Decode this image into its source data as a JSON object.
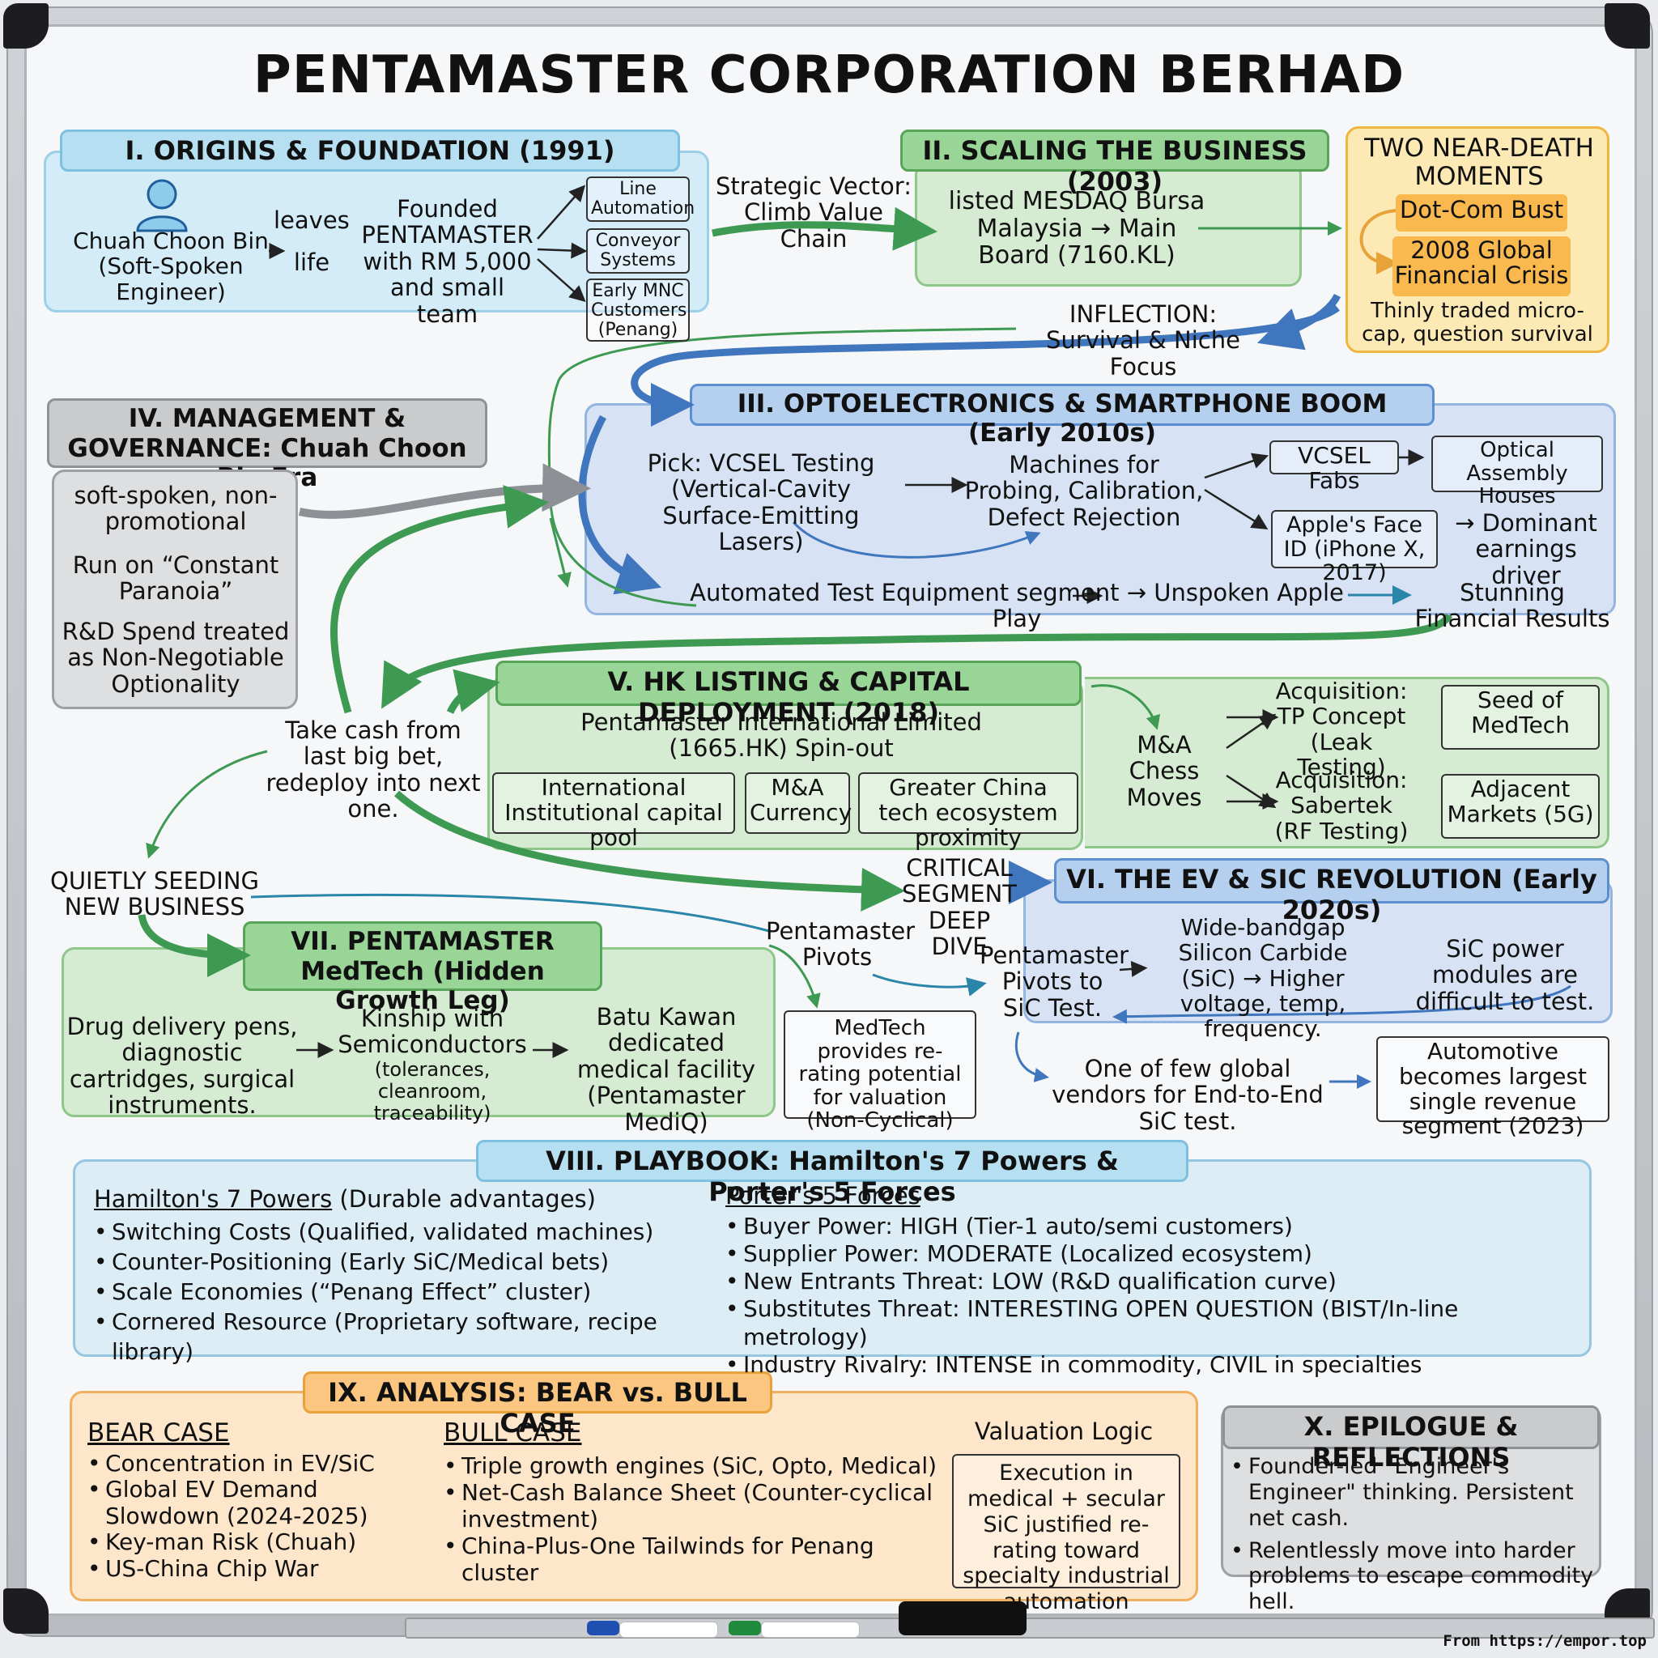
{
  "title": "PENTAMASTER CORPORATION BERHAD",
  "credit": "From https://empor.top",
  "s1": {
    "header": "I. ORIGINS & FOUNDATION (1991)",
    "person": "Chuah Choon Bin (Soft-Spoken Engineer)",
    "leaves": "leaves",
    "life": "life",
    "founded": "Founded PENTAMASTER with RM 5,000 and small team",
    "items": [
      "Line Automation",
      "Conveyor Systems",
      "Early MNC Customers (Penang)"
    ]
  },
  "vector": "Strategic Vector: Climb Value Chain",
  "s2": {
    "header": "II. SCALING THE BUSINESS (2003)",
    "body": "listed MESDAQ Bursa Malaysia → Main Board (7160.KL)"
  },
  "neardeath": {
    "header": "TWO NEAR-DEATH MOMENTS",
    "tag1": "Dot-Com Bust",
    "tag2": "2008 Global Financial Crisis",
    "body": "Thinly traded micro-cap, question survival"
  },
  "inflection": "INFLECTION: Survival & Niche Focus",
  "s3": {
    "header": "III. OPTOELECTRONICS & SMARTPHONE BOOM (Early 2010s)",
    "pick": "Pick: VCSEL Testing (Vertical-Cavity Surface-Emitting Lasers)",
    "machines": "Machines for Probing, Calibration, Defect Rejection",
    "fabs": "VCSEL Fabs",
    "optical": "Optical Assembly Houses",
    "faceid": "Apple's Face ID (iPhone X, 2017)",
    "dominant": "→ Dominant earnings driver",
    "ate": "Automated Test Equipment segment → Unspoken Apple Play",
    "stunning": "Stunning Financial Results"
  },
  "s4": {
    "header": "IV. MANAGEMENT & GOVERNANCE: Chuah Choon Bin Era",
    "lines": [
      "soft-spoken, non-promotional",
      "Run on “Constant Paranoia”",
      "R&D Spend treated as Non-Negotiable Optionality"
    ]
  },
  "takecash": "Take cash from last big bet, redeploy into next one.",
  "s5": {
    "header": "V. HK LISTING & CAPITAL DEPLOYMENT (2018)",
    "spinout": "Pentamaster International Limited (1665.HK) Spin-out",
    "boxes": [
      "International Institutional capital pool",
      "M&A Currency",
      "Greater China tech ecosystem proximity"
    ],
    "mna": "M&A Chess Moves",
    "acq1": "Acquisition: TP Concept (Leak Testing)",
    "acq2": "Acquisition: Sabertek (RF Testing)",
    "seed": "Seed of MedTech",
    "adjacent": "Adjacent Markets (5G)"
  },
  "quietly": "QUIETLY SEEDING NEW BUSINESS",
  "critical": "CRITICAL SEGMENT DEEP DIVE",
  "pivots": "Pentamaster Pivots",
  "s6": {
    "header": "VI. THE EV & SIC REVOLUTION (Early 2020s)",
    "pivots_sic": "Pentamaster Pivots to SiC Test.",
    "wide": "Wide-bandgap Silicon Carbide (SiC) → Higher voltage, temp, frequency.",
    "difficult": "SiC power modules are difficult to test.",
    "vendors": "One of few global vendors for End-to-End SiC test.",
    "auto": "Automotive becomes largest single revenue segment (2023)"
  },
  "s7": {
    "header": "VII. PENTAMASTER MedTech (Hidden Growth Leg)",
    "drug": "Drug delivery pens, diagnostic cartridges, surgical instruments.",
    "kinship_title": "Kinship with Semiconductors",
    "kinship_sub": "(tolerances, cleanroom, traceability)",
    "batu": "Batu Kawan dedicated medical facility (Pentamaster MediQ)",
    "rerating": "MedTech provides re-rating potential for valuation (Non-Cyclical)"
  },
  "s8": {
    "header": "VIII. PLAYBOOK: Hamilton's 7 Powers & Porter's 5 Forces",
    "h_title": "Hamilton's 7 Powers",
    "h_sub": " (Durable advantages)",
    "h_items": [
      "Switching Costs (Qualified, validated machines)",
      "Counter-Positioning (Early SiC/Medical bets)",
      "Scale Economies (“Penang Effect” cluster)",
      "Cornered Resource (Proprietary software, recipe library)"
    ],
    "p_title": "Porter's 5 Forces",
    "p_items": [
      "Buyer Power: HIGH (Tier-1 auto/semi customers)",
      "Supplier Power: MODERATE (Localized ecosystem)",
      "New Entrants Threat: LOW (R&D qualification curve)",
      "Substitutes Threat: INTERESTING OPEN QUESTION (BIST/In-line metrology)",
      "Industry Rivalry: INTENSE in commodity, CIVIL in specialties"
    ]
  },
  "s9": {
    "header": "IX. ANALYSIS: BEAR vs. BULL CASE",
    "bear_title": "BEAR CASE",
    "bear": [
      "Concentration in EV/SiC",
      "Global EV Demand Slowdown (2024-2025)",
      "Key-man Risk (Chuah)",
      "US-China Chip War"
    ],
    "bull_title": "BULL CASE",
    "bull": [
      "Triple growth engines (SiC, Opto, Medical)",
      "Net-Cash Balance Sheet (Counter-cyclical investment)",
      "China-Plus-One Tailwinds for Penang cluster"
    ],
    "val_title": "Valuation Logic",
    "val_body": "Execution in medical + secular SiC justified re-rating toward specialty industrial automation"
  },
  "s10": {
    "header": "X. EPILOGUE & REFLECTIONS",
    "items": [
      "Founder-led \"Engineer's Engineer\" thinking. Persistent net cash.",
      "Relentlessly move into harder problems to escape commodity hell."
    ]
  }
}
